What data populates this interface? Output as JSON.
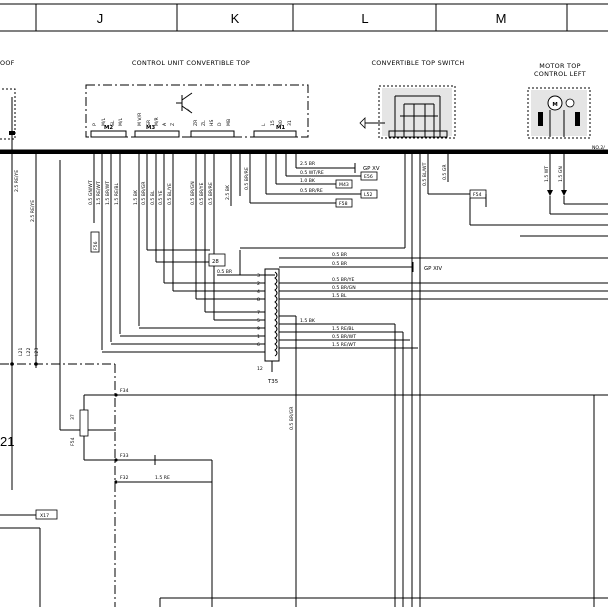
{
  "grid_columns": [
    "J",
    "K",
    "L",
    "M"
  ],
  "titles": {
    "left_partial": "OOF",
    "control_unit": "CONTROL UNIT CONVERTIBLE TOP",
    "top_switch": "CONVERTIBLE TOP SWITCH",
    "motor_line1": "MOTOR TOP",
    "motor_line2": "CONTROL LEFT",
    "motor_symbol": "M"
  },
  "control_unit": {
    "m2_pins": [
      "P",
      "M/L",
      "SL",
      "M/L"
    ],
    "m2_label": "M2",
    "m3_pins": [
      "M V/R",
      "SR",
      "M/R",
      "A",
      "Z"
    ],
    "m3_label": "M3",
    "group3_pins": [
      "ZR",
      "ZL",
      "HS",
      "D",
      "MB"
    ],
    "m1_pins": [
      "L",
      "15",
      "30",
      "31"
    ],
    "m1_label": "M1"
  },
  "ground_points": {
    "gp_xv": "GP XV",
    "gp_xiv": "GP XIV"
  },
  "wires": {
    "left_vertical": [
      "2.5 RE/YE",
      "2.5 RE/YE"
    ],
    "cu_verticals": [
      "0.5 GN/WT",
      "1.5 RE/WT",
      "1.5 BR/WT",
      "1.5 RE/BL",
      "1.5 BK",
      "0.5 BR/GR",
      "0.5 BL",
      "0.5 YE",
      "0.5 BL/YE",
      "0.5 BR/GN",
      "0.5 BR/YE",
      "0.5 BR/RE",
      "2.5 BK"
    ],
    "right_horizontal": [
      "2.5 BR",
      "0.5 WT/RE",
      "1.0 BK",
      "0.5 BR/RE"
    ],
    "switch_verticals": [
      "0.5 BL/WT",
      "0.5 GR"
    ],
    "motor_verticals": [
      "1.5 WT",
      "1.5 GN"
    ],
    "motor_right": "NO.2/",
    "connector_wires": [
      "0.5 BR",
      "0.5 BR",
      "0.5 BR/YE",
      "0.5 BR/GN",
      "1.5 BL"
    ],
    "connector_lower": [
      "1.5 BK",
      "1.5 RE/BL",
      "0.5 BR/WT",
      "1.5 RE/WT"
    ],
    "t28_wire": "0.5 BR",
    "long_vertical": "0.5 BR/GR",
    "f32_wire": "1.5 RE"
  },
  "references": {
    "e56": "E56",
    "m43": "M43",
    "l52": "L52",
    "f58": "F58",
    "f54": "F54",
    "f56": "F56",
    "x17": "X17",
    "t28": "28",
    "t35": "T35",
    "f34": "F34",
    "f33": "F33",
    "f32": "F32",
    "fuse_label": "F54",
    "fuse_value": "37",
    "left_marker": "21",
    "l21": "L21",
    "l22": "L22",
    "l23": "L23"
  },
  "connector_pins": [
    "3",
    "2",
    "4",
    "8",
    "7",
    "5",
    "9",
    "1",
    "6",
    "12"
  ]
}
